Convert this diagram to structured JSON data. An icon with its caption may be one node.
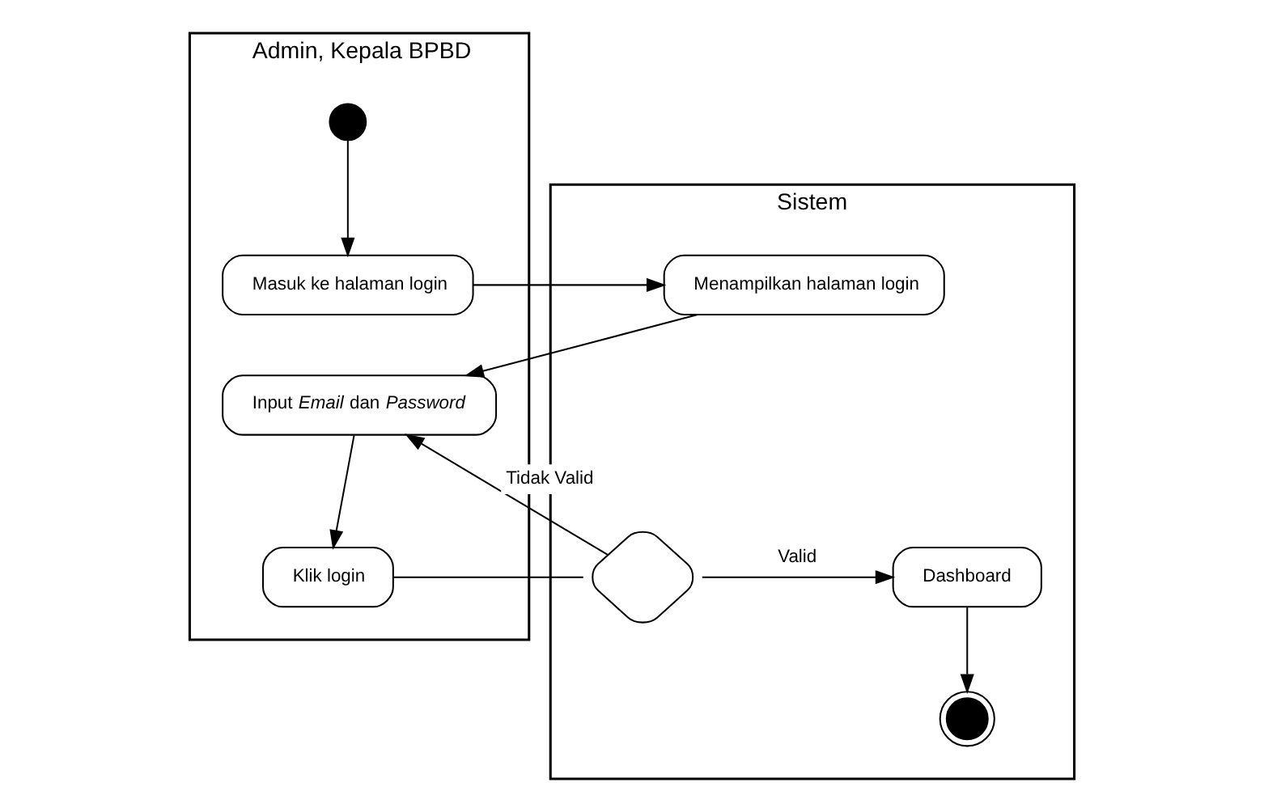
{
  "diagram": {
    "nodes": [
      {
        "text": [
          "Admin, Kepala BPBD"
        ]
      },
      {
        "text": [
          "Sistem"
        ]
      },
      {
        "text": [],
        "shape": "circle",
        "in": 0
      },
      {
        "text": [
          "Masuk ke halaman login"
        ],
        "in": 0
      },
      {
        "text": [
          "Menampilkan halaman login"
        ],
        "in": 1
      },
      {
        "text": [
          "Input *Email* dan *Password*"
        ],
        "in": 0
      },
      {
        "text": [
          "Klik login"
        ],
        "in": 0
      },
      {
        "text": [],
        "shape": "diamond",
        "in": 1
      },
      {
        "text": [
          "Dashboard"
        ],
        "in": 1
      },
      {
        "text": [],
        "shape": "circle",
        "in": 1
      }
    ],
    "edges": [
      {
        "from": 2,
        "to": 3,
        "arrow": "to"
      },
      {
        "from": 3,
        "to": 4,
        "arrow": "to"
      },
      {
        "from": 4,
        "to": 5,
        "arrow": "to"
      },
      {
        "from": 5,
        "to": 6,
        "arrow": "to"
      },
      {
        "from": 6,
        "to": 7,
        "arrow": "none"
      },
      {
        "from": 7,
        "to": 8,
        "label": "Valid",
        "arrow": "to"
      },
      {
        "from": 7,
        "to": 5,
        "label": "Tidak Valid",
        "arrow": "to"
      },
      {
        "from": 8,
        "to": 9,
        "arrow": "to"
      }
    ]
  }
}
